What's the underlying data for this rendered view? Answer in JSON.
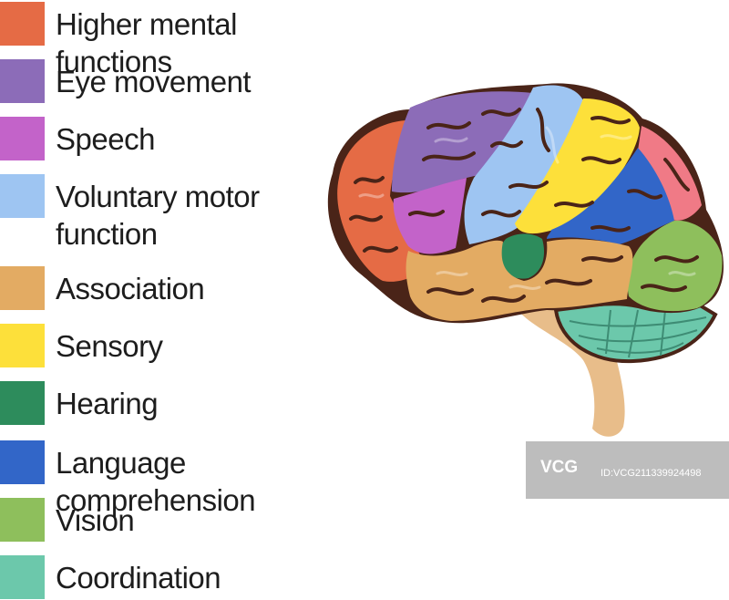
{
  "legend": {
    "items": [
      {
        "label": "Higher mental functions",
        "color": "#e56b45"
      },
      {
        "label": "Eye movement",
        "color": "#8c6cb8"
      },
      {
        "label": "Speech",
        "color": "#c363c9"
      },
      {
        "label": "Voluntary motor\nfunction",
        "color": "#9ec5f2"
      },
      {
        "label": "Association",
        "color": "#e3ab63"
      },
      {
        "label": "Sensory",
        "color": "#fde03a"
      },
      {
        "label": "Hearing",
        "color": "#2d8c5c"
      },
      {
        "label": "Language comprehension",
        "color": "#3266c8"
      },
      {
        "label": "Vision",
        "color": "#8ebf5c"
      },
      {
        "label": "Coordination",
        "color": "#6cc8ab"
      }
    ]
  },
  "brain": {
    "outline_color": "#4a2418",
    "stem_color": "#e8bd8a",
    "region_colors": {
      "higher": "#e56b45",
      "eye": "#8c6cb8",
      "speech": "#c363c9",
      "motor": "#9ec5f2",
      "association": "#e3ab63",
      "sensory": "#fde03a",
      "hearing": "#2d8c5c",
      "language": "#3266c8",
      "vision": "#8ebf5c",
      "coordination": "#6cc8ab",
      "pink": "#f07a86"
    }
  },
  "watermark": {
    "logo": "VCG",
    "text": "ID:VCG211339924498"
  }
}
